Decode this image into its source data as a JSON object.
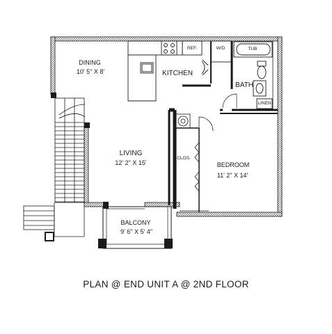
{
  "rooms": {
    "dining": {
      "name": "DINING",
      "dims": "10' 5\" X 8'"
    },
    "kitchen": {
      "name": "KITCHEN"
    },
    "bath": {
      "name": "BATH"
    },
    "living": {
      "name": "LIVING",
      "dims": "12' 2\" X 15'"
    },
    "bedroom": {
      "name": "BEDROOM",
      "dims": "11' 2\" X 14'"
    },
    "balcony": {
      "name": "BALCONY",
      "dims": "9' 6\" X 5' 4\""
    }
  },
  "fixtures": {
    "ref": "REF.",
    "wd": "W/D",
    "tub": "TUB",
    "linen": "LINEN",
    "clos": "CLOS."
  },
  "caption": "PLAN @ END UNIT A @ 2ND FLOOR",
  "colors": {
    "line": "#1a1a1a",
    "background": "#ffffff"
  }
}
